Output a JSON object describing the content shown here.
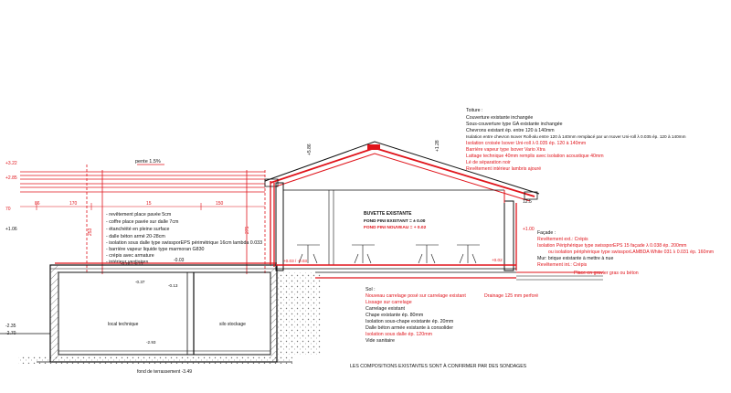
{
  "colors": {
    "ink": "#111111",
    "accent": "#e0141b",
    "hatch": "#9a9a9a"
  },
  "roof": {
    "heading": "Toiture :",
    "lines": [
      {
        "text": "Couverture existante inchangée",
        "color": "black"
      },
      {
        "text": "Sous-couverture type GA existante inchangée",
        "color": "black"
      },
      {
        "text": "Chevrons existant ép. entre 120 à 140mm",
        "color": "black"
      },
      {
        "text": "Isolation entre chevron Isover Roll-alu entre 120 à 140mm remplacé par un Isover Uni-roll λ 0.035 ép. 120 à 140mm",
        "color": "mixed"
      },
      {
        "text": "Isolation croisée Isover Uni-roll λ 0.035 ép. 120 à 140mm",
        "color": "red"
      },
      {
        "text": "Barrière vapeur type Isover Vario Xtra",
        "color": "red"
      },
      {
        "text": "Lattage technique 40mm remplis avec isolation acoustique 40mm",
        "color": "red"
      },
      {
        "text": "Lé de séparation noir",
        "color": "red"
      },
      {
        "text": "Revêtement intérieur lambris ajouré",
        "color": "red"
      }
    ]
  },
  "terrace": {
    "lines": [
      "- revêtement place pavée 5cm",
      "- coffre place pavée sur dalle 7cm",
      "- étanchéité en pleine surface",
      "- dalle béton armé 20-28cm",
      "- isolation sous dalle type swissporEPS périmétrique 16cm lambda 0.033",
      "- barrière vapeur liquide type marmoran G830",
      "- crépis avec armature",
      "- intérieur vestiaires"
    ],
    "slope": "pente 1.5%"
  },
  "room": {
    "title": "BUVETTE EXISTANTE",
    "floor_existing": "FOND FINI EXISTANT = ± 0.00",
    "floor_new": "FOND FINI NOUVEAU = + 0.02"
  },
  "facade": {
    "heading": "Façade :",
    "lines": [
      {
        "text": "Revêtement ext.: Crépis",
        "color": "red"
      },
      {
        "text": "Isolation  Périphérique type swissporEPS 15 façade λ 0.038 ép. 200mm",
        "color": "red"
      },
      {
        "text": "ou isolation périphérique type swissporLAMBDA White 031 λ 0.031 ép. 160mm",
        "color": "red"
      },
      {
        "text": "Mur: brique existante à mettre à nue",
        "color": "black"
      },
      {
        "text": "Revêtement int.: Crépis",
        "color": "red"
      }
    ]
  },
  "gravel": "Place en gravier gras ou béton",
  "drain": "Drainage 125 mm perforé",
  "floor": {
    "heading": "Sol :",
    "lines": [
      {
        "text": "Nouveau carrelage posé sur carrelage existant",
        "color": "red"
      },
      {
        "text": "Lissage sur carrelage",
        "color": "red"
      },
      {
        "text": "Carrelage existant",
        "color": "black"
      },
      {
        "text": "Chape existante ép. 80mm",
        "color": "black"
      },
      {
        "text": "Isolation sous-chape existante ép. 20mm",
        "color": "black"
      },
      {
        "text": "Dalle béton armée existante à consolider",
        "color": "black"
      },
      {
        "text": "Isolation sous dalle ép. 120mm",
        "color": "red"
      },
      {
        "text": "Vide sanitaire",
        "color": "black"
      }
    ]
  },
  "note": "LES COMPOSITIONS EXISTANTES SONT À CONFIRMER PAR DES SONDAGES",
  "rooms_basement": {
    "left": "local technique",
    "right": "silo stockage"
  },
  "foundation": "fond de terrassement -3.49",
  "levels": {
    "l1": "+3.22",
    "l2": "+2.85",
    "l3": "+1.06",
    "l4": "-2.35",
    "l5": "-2.70",
    "l6": "-0.03",
    "l7": "-0.28 / -0.17",
    "l8": "+0.03 / -0.03",
    "l9": "-0.37",
    "l10": "-0.13",
    "l11": "-2.93",
    "l12": "+0.02",
    "l13": "+1.00",
    "l14": "+5.86",
    "l15": "+1.28"
  },
  "dims": {
    "d1": "86",
    "d2": "170",
    "d3": "15",
    "d4": "150",
    "d5": "70",
    "d6": "253",
    "d7": "275",
    "d8": "12.5"
  }
}
